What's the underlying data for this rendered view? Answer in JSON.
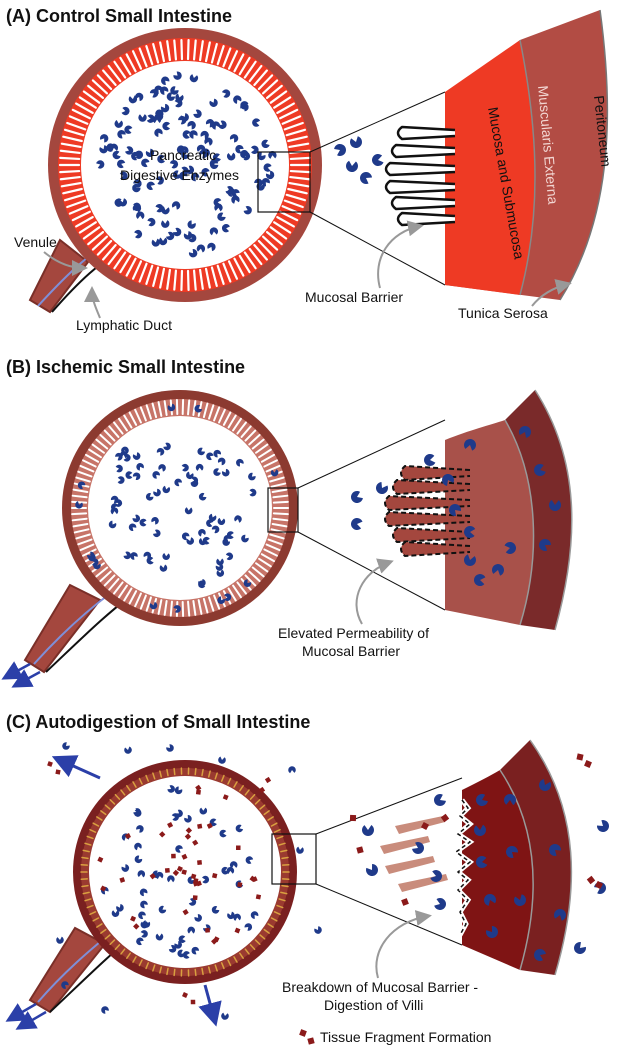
{
  "panels": {
    "a": {
      "title": "(A) Control Small Intestine",
      "lumen_label_1": "Pancreatic",
      "lumen_label_2": "Digestive Enzymes",
      "venule": "Venule",
      "lymphatic": "Lymphatic Duct",
      "mucosal_barrier": "Mucosal Barrier",
      "tunica_serosa": "Tunica Serosa",
      "mucosa": "Mucosa and Submucosa",
      "muscularis": "Muscularis Externa",
      "peritoneum": "Peritoneum"
    },
    "b": {
      "title": "(B) Ischemic Small Intestine",
      "permeability_1": "Elevated Permeability of",
      "permeability_2": "Mucosal Barrier"
    },
    "c": {
      "title": "(C) Autodigestion of Small Intestine",
      "breakdown_1": "Breakdown of Mucosal Barrier -",
      "breakdown_2": "Digestion of Villi",
      "fragment_legend": "Tissue Fragment Formation"
    }
  },
  "colors": {
    "enzyme": "#1f3a8a",
    "healthy_mucosa": "#ee3a24",
    "wall": "#a4473e",
    "dark_wall": "#6e2020",
    "fragment": "#8b1a1a",
    "arrow": "#2b3fa8"
  }
}
